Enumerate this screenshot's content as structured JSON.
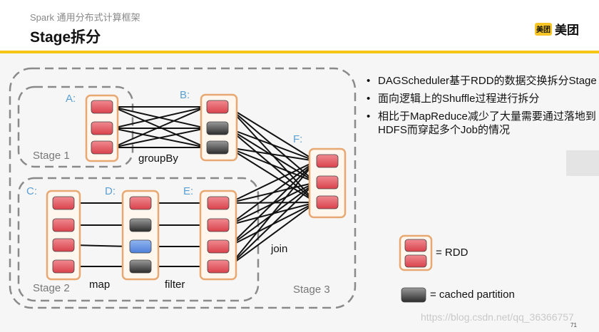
{
  "header": {
    "supertitle": "Spark 通用分布式计算框架",
    "title": "Stage拆分",
    "logo_badge": "美团",
    "logo_text": "美团"
  },
  "diagram": {
    "rdd_labels": [
      "A:",
      "B:",
      "C:",
      "D:",
      "E:",
      "F:"
    ],
    "stage_labels": [
      "Stage 1",
      "Stage 2",
      "Stage 3"
    ],
    "operations": [
      "groupBy",
      "map",
      "filter",
      "join"
    ],
    "legend": {
      "rdd": "= RDD",
      "cached": "= cached partition"
    },
    "colors": {
      "partition": "#e05a62",
      "cached": "#505050",
      "highlight": "#6b97e6",
      "rdd_border": "#e8a872",
      "stage_border": "#8a8a8a"
    }
  },
  "bullets": [
    "DAGScheduler基于RDD的数据交换拆分Stage",
    "面向逻辑上的Shuffle过程进行拆分",
    "相比于MapReduce减少了大量需要通过落地到HDFS而穿起多个Job的情况"
  ],
  "page_number": "71",
  "watermark": "https://blog.csdn.net/qq_36366757"
}
